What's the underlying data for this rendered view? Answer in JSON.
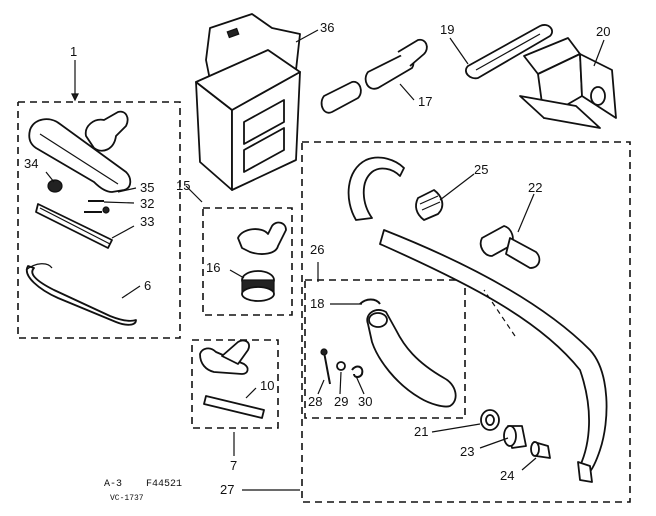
{
  "callouts": {
    "c1": "1",
    "c6": "6",
    "c7": "7",
    "c10": "10",
    "c15": "15",
    "c16": "16",
    "c17": "17",
    "c18": "18",
    "c19": "19",
    "c20": "20",
    "c21": "21",
    "c22": "22",
    "c23": "23",
    "c24": "24",
    "c25": "25",
    "c26": "26",
    "c27": "27",
    "c28": "28",
    "c29": "29",
    "c30": "30",
    "c32": "32",
    "c33": "33",
    "c34": "34",
    "c35": "35",
    "c36": "36"
  },
  "footer": {
    "ref_code": "A-3",
    "drawing_number": "F44521",
    "catalog_code": "VC-1737"
  }
}
